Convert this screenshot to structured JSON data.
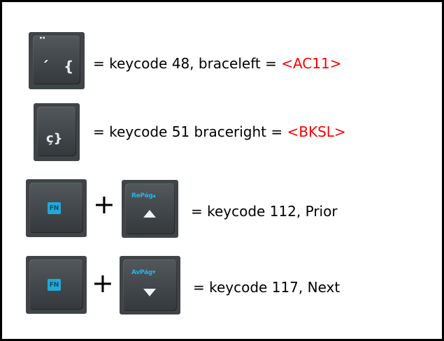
{
  "rows": [
    {
      "text": "= keycode 48, braceleft = ",
      "code": "<AC11>"
    },
    {
      "text": "= keycode 51 braceright = ",
      "code": "<BKSL>"
    },
    {
      "plus": "+",
      "text": "= keycode 112, Prior",
      "fn_label": "FN",
      "nav_label": "RePág▴"
    },
    {
      "plus": "+",
      "text": "= keycode 117, Next",
      "fn_label": "FN",
      "nav_label": "AvPág▾"
    }
  ],
  "key_glyphs": {
    "key1_top": "¨",
    "key1_bottom_left": "´",
    "key1_bottom_right": "{",
    "key2_bottom": "ç}"
  },
  "colors": {
    "highlight": "#ff0000",
    "key_face": "#464b4f",
    "fn_badge": "#23a9d8",
    "nav_label": "#2ab3e6"
  }
}
